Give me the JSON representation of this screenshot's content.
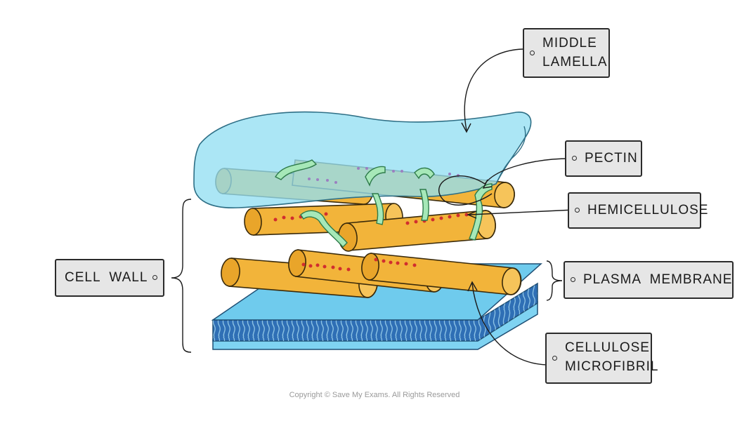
{
  "labels": {
    "middle_lamella": [
      "MIDDLE",
      "LAMELLA"
    ],
    "pectin": "PECTIN",
    "hemicellulose": "HEMICELLULOSE",
    "cell_wall": "CELL  WALL",
    "plasma_membrane": "PLASMA  MEMBRANE",
    "cellulose_microfibril": [
      "CELLULOSE",
      "MICROFIBRIL"
    ]
  },
  "copyright": "Copyright © Save My Exams. All Rights Reserved",
  "colors": {
    "lamella_fill": "#93dff2",
    "lamella_stroke": "#2e6f86",
    "cellulose_fill": "#f2b43a",
    "cellulose_stroke": "#3a2a0a",
    "pectin_fill": "#a6e8b8",
    "hemicellulose_dots": "#d12e2e",
    "membrane_top": "#6fcbed",
    "membrane_core": "#2f6fb5",
    "tag_fill": "#e6e6e6"
  }
}
